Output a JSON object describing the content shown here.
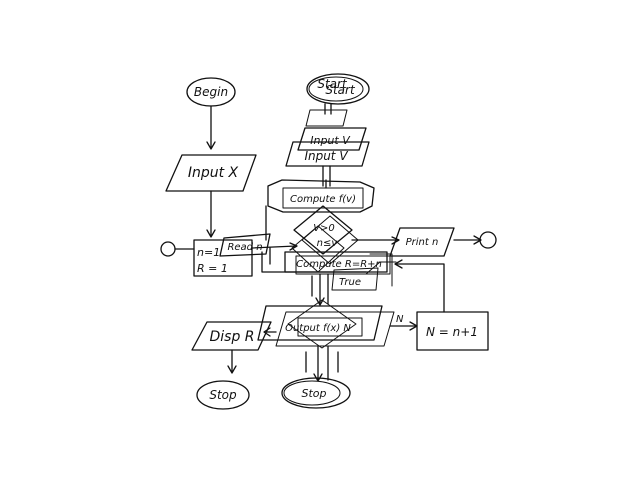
{
  "left_flow": {
    "begin": "Begin",
    "input": "Input X",
    "init_n": "n=1",
    "init_r": "R = 1",
    "disp": "Disp R",
    "stop": "Stop"
  },
  "center_flow": {
    "start_a": "Start",
    "start_b": "Start",
    "input_a": "Input V",
    "input_b": "Input V",
    "compute_f": "Compute f(v)",
    "decision_a": "V>0",
    "decision_b": "n≤v",
    "read": "Read n",
    "compute_r": "Compute R=R+n",
    "true_label": "True",
    "output": "Output f(x) N",
    "stop": "Stop"
  },
  "right_flow": {
    "print": "Print n",
    "increment": "N = n+1",
    "edge_n": "N"
  }
}
